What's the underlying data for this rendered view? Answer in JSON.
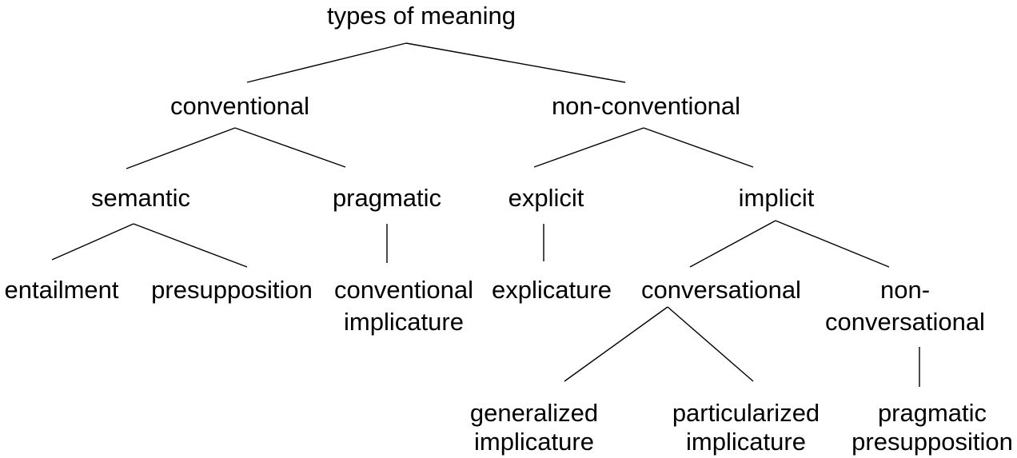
{
  "nodes": {
    "root": "types of meaning",
    "conventional": "conventional",
    "non_conventional": "non-conventional",
    "semantic": "semantic",
    "pragmatic": "pragmatic",
    "explicit": "explicit",
    "implicit": "implicit",
    "entailment": "entailment",
    "presupposition": "presupposition",
    "conventional_implicature": [
      "conventional",
      "implicature"
    ],
    "explicature": "explicature",
    "conversational": "conversational",
    "non_conversational": [
      "non-",
      "conversational"
    ],
    "generalized_implicature": [
      "generalized",
      "implicature"
    ],
    "particularized_implicature": [
      "particularized",
      "implicature"
    ],
    "pragmatic_presupposition": [
      "pragmatic",
      "presupposition"
    ]
  }
}
